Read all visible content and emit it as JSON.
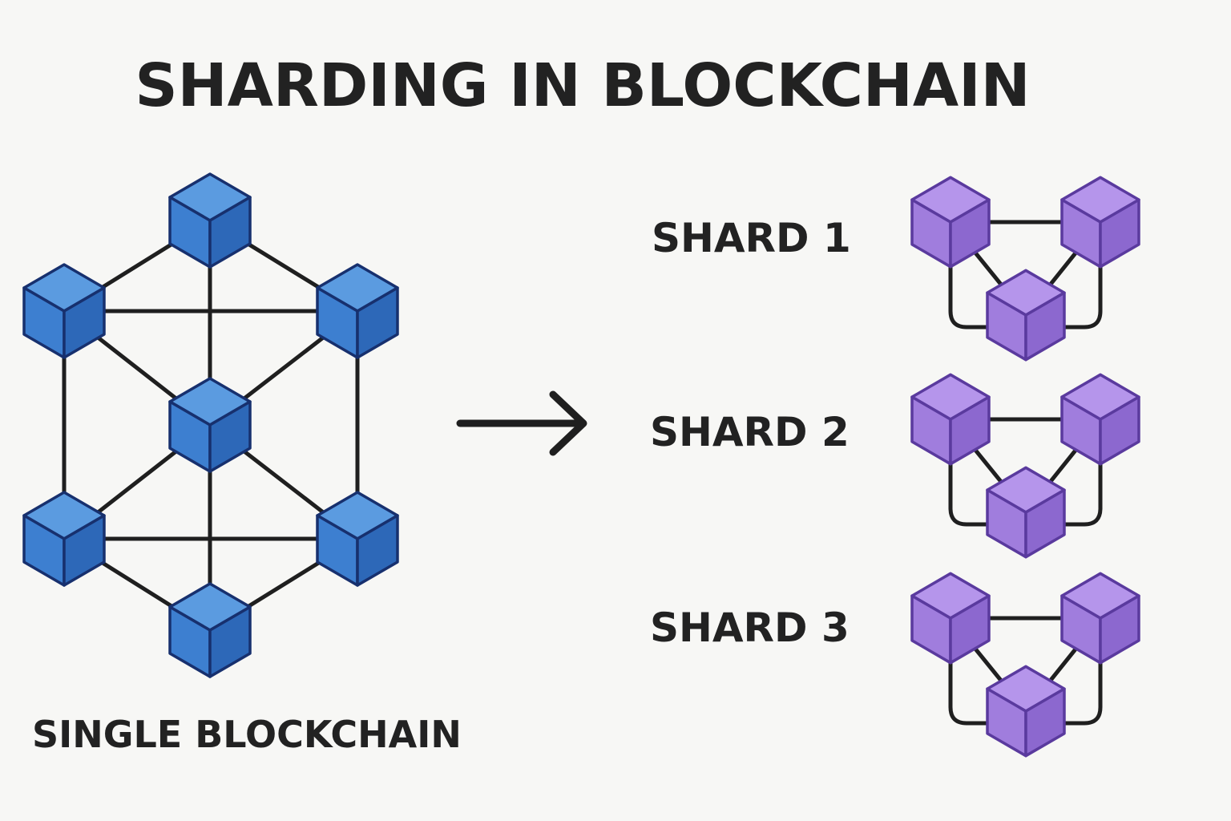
{
  "title": "SHARDING IN BLOCKCHAIN",
  "single_chain": {
    "caption": "SINGLE BLOCKCHAIN",
    "node_count": 7
  },
  "shards": [
    {
      "label": "SHARD 1",
      "node_count": 3
    },
    {
      "label": "SHARD 2",
      "node_count": 3
    },
    {
      "label": "SHARD 3",
      "node_count": 3
    }
  ],
  "colors": {
    "background": "#f7f7f5",
    "text": "#222222",
    "line": "#1f1f1f",
    "blue_top": "#5b9be0",
    "blue_left": "#3d7fd0",
    "blue_right": "#2d68b8",
    "blue_stroke": "#17306e",
    "purple_top": "#b595eb",
    "purple_left": "#a07ddd",
    "purple_right": "#8c68cf",
    "purple_stroke": "#5a3a9e"
  },
  "icons": [
    "arrow-right-icon",
    "cube-icon"
  ]
}
